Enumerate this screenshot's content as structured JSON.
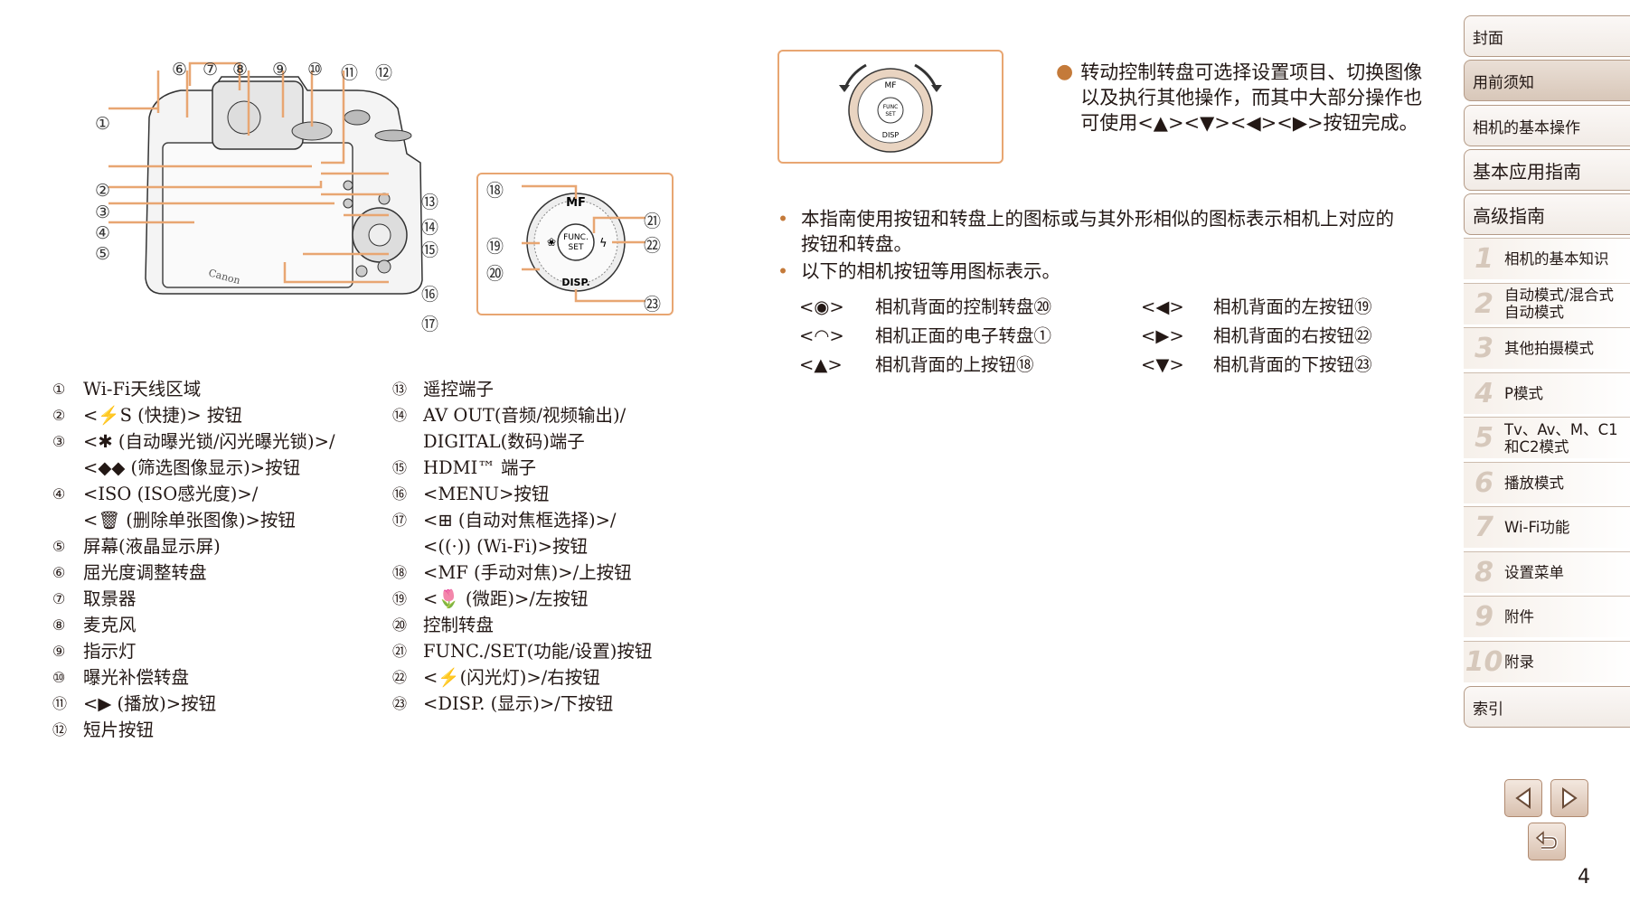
{
  "legend_left": [
    {
      "num": "①",
      "lines": [
        "Wi-Fi天线区域"
      ]
    },
    {
      "num": "②",
      "lines": [
        "<⚡S (快捷)> 按钮"
      ]
    },
    {
      "num": "③",
      "lines": [
        "<✱ (自动曝光锁/闪光曝光锁)>/",
        "<◆◆ (筛选图像显示)>按钮"
      ]
    },
    {
      "num": "④",
      "lines": [
        "<ISO (ISO感光度)>/",
        "<🗑 (删除单张图像)>按钮"
      ]
    },
    {
      "num": "⑤",
      "lines": [
        "屏幕(液晶显示屏)"
      ]
    },
    {
      "num": "⑥",
      "lines": [
        "屈光度调整转盘"
      ]
    },
    {
      "num": "⑦",
      "lines": [
        "取景器"
      ]
    },
    {
      "num": "⑧",
      "lines": [
        "麦克风"
      ]
    },
    {
      "num": "⑨",
      "lines": [
        "指示灯"
      ]
    },
    {
      "num": "⑩",
      "lines": [
        "曝光补偿转盘"
      ]
    },
    {
      "num": "⑪",
      "lines": [
        "<▶ (播放)>按钮"
      ]
    },
    {
      "num": "⑫",
      "lines": [
        "短片按钮"
      ]
    }
  ],
  "legend_right": [
    {
      "num": "⑬",
      "lines": [
        "遥控端子"
      ]
    },
    {
      "num": "⑭",
      "lines": [
        "AV OUT(音频/视频输出)/",
        "DIGITAL(数码)端子"
      ]
    },
    {
      "num": "⑮",
      "lines": [
        "HDMI™ 端子"
      ]
    },
    {
      "num": "⑯",
      "lines": [
        "<MENU>按钮"
      ]
    },
    {
      "num": "⑰",
      "lines": [
        "<⊞ (自动对焦框选择)>/",
        "<((·)) (Wi-Fi)>按钮"
      ]
    },
    {
      "num": "⑱",
      "lines": [
        "<MF (手动对焦)>/上按钮"
      ]
    },
    {
      "num": "⑲",
      "lines": [
        "<🌷 (微距)>/左按钮"
      ]
    },
    {
      "num": "⑳",
      "lines": [
        "控制转盘"
      ]
    },
    {
      "num": "㉑",
      "lines": [
        "FUNC./SET(功能/设置)按钮"
      ]
    },
    {
      "num": "㉒",
      "lines": [
        "<⚡(闪光灯)>/右按钮"
      ]
    },
    {
      "num": "㉓",
      "lines": [
        "<DISP. (显示)>/下按钮"
      ]
    }
  ],
  "callouts_top": [
    "⑥",
    "⑦",
    "⑧",
    "⑨",
    "⑩",
    "⑪",
    "⑫"
  ],
  "callouts_left": [
    "①",
    "②",
    "③",
    "④",
    "⑤"
  ],
  "callouts_right": [
    "⑬",
    "⑭",
    "⑮",
    "⑯",
    "⑰"
  ],
  "callouts_dial": [
    "⑱",
    "⑲",
    "⑳",
    "㉑",
    "㉒",
    "㉓"
  ],
  "dial_labels": {
    "mf": "MF",
    "func": "FUNC.",
    "set": "SET",
    "disp": "DISP."
  },
  "camera_brand": "Canon",
  "intro": {
    "lines": [
      "转动控制转盘可选择设置项目、切换图像",
      "以及执行其他操作，而其中大部分操作也",
      "可使用<▲><▼><◀><▶>按钮完成。"
    ]
  },
  "notes": [
    {
      "lines": [
        "本指南使用按钮和转盘上的图标或与其外形相似的图标表示相机上对应的",
        "按钮和转盘。"
      ]
    },
    {
      "lines": [
        "以下的相机按钮等用图标表示。"
      ]
    }
  ],
  "icon_table": [
    {
      "icon": "<◉>",
      "desc": "相机背面的控制转盘⑳",
      "icon2": "<◀>",
      "desc2": "相机背面的左按钮⑲"
    },
    {
      "icon": "<◠>",
      "desc": "相机正面的电子转盘①",
      "icon2": "<▶>",
      "desc2": "相机背面的右按钮㉒"
    },
    {
      "icon": "<▲>",
      "desc": "相机背面的上按钮⑱",
      "icon2": "<▼>",
      "desc2": "相机背面的下按钮㉓"
    }
  ],
  "sidebar": {
    "tabs": [
      "封面",
      "用前须知",
      "相机的基本操作",
      "基本应用指南",
      "高级指南"
    ],
    "chapters": [
      {
        "n": "1",
        "label": "相机的基本知识"
      },
      {
        "n": "2",
        "label": "自动模式/混合式自动模式"
      },
      {
        "n": "3",
        "label": "其他拍摄模式"
      },
      {
        "n": "4",
        "label": "P模式"
      },
      {
        "n": "5",
        "label": "Tv、Av、M、C1和C2模式"
      },
      {
        "n": "6",
        "label": "播放模式"
      },
      {
        "n": "7",
        "label": "Wi-Fi功能"
      },
      {
        "n": "8",
        "label": "设置菜单"
      },
      {
        "n": "9",
        "label": "附件"
      },
      {
        "n": "10",
        "label": "附录"
      }
    ],
    "index": "索引"
  },
  "page_number": "4",
  "colors": {
    "accent": "#e8a672",
    "bullet": "#c47a3a",
    "tab_border": "#b49a86"
  }
}
